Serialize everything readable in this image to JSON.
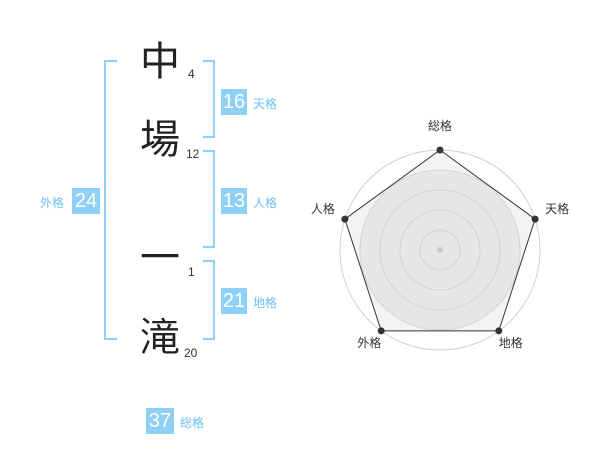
{
  "name_chars": [
    {
      "char": "中",
      "strokes": "4"
    },
    {
      "char": "場",
      "strokes": "12"
    },
    {
      "char": "一",
      "strokes": "1"
    },
    {
      "char": "滝",
      "strokes": "20"
    }
  ],
  "fortunes": {
    "tenkaku": {
      "value": "16",
      "label": "天格"
    },
    "jinkaku": {
      "value": "13",
      "label": "人格"
    },
    "chikaku": {
      "value": "21",
      "label": "地格"
    },
    "gaikaku": {
      "value": "24",
      "label": "外格"
    },
    "soukaku": {
      "value": "37",
      "label": "総格"
    }
  },
  "colors": {
    "accent": "#8fd0f6",
    "accent_text": "#6cc0ef"
  },
  "chart_data": {
    "type": "radar",
    "axes": [
      "総格",
      "天格",
      "地格",
      "外格",
      "人格"
    ],
    "values": [
      5,
      5,
      5,
      5,
      5
    ],
    "rlim": [
      0,
      5
    ],
    "grid": true
  }
}
